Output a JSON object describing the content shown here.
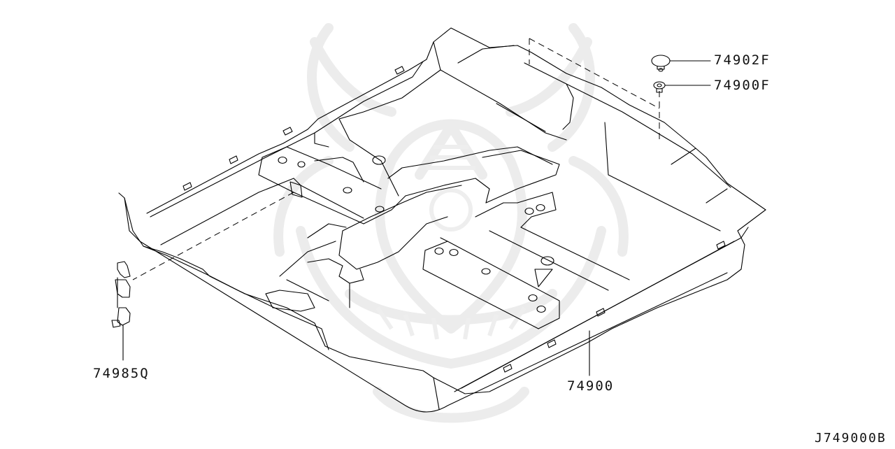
{
  "diagram": {
    "subject": "Floor carpet / floor trimming assembly (isometric parts illustration)",
    "reference_code": "J749000B",
    "colors": {
      "line": "#000000",
      "watermark": "#ececec",
      "background": "#ffffff"
    },
    "callouts": [
      {
        "id": "c1",
        "part_number": "74902F",
        "target": "round cap clip (upper right)"
      },
      {
        "id": "c2",
        "part_number": "74900F",
        "target": "push clip / grommet (upper right)"
      },
      {
        "id": "c3",
        "part_number": "74985Q",
        "target": "carpet hook bracket (left)"
      },
      {
        "id": "c4",
        "part_number": "74900",
        "target": "floor carpet assembly"
      }
    ]
  }
}
